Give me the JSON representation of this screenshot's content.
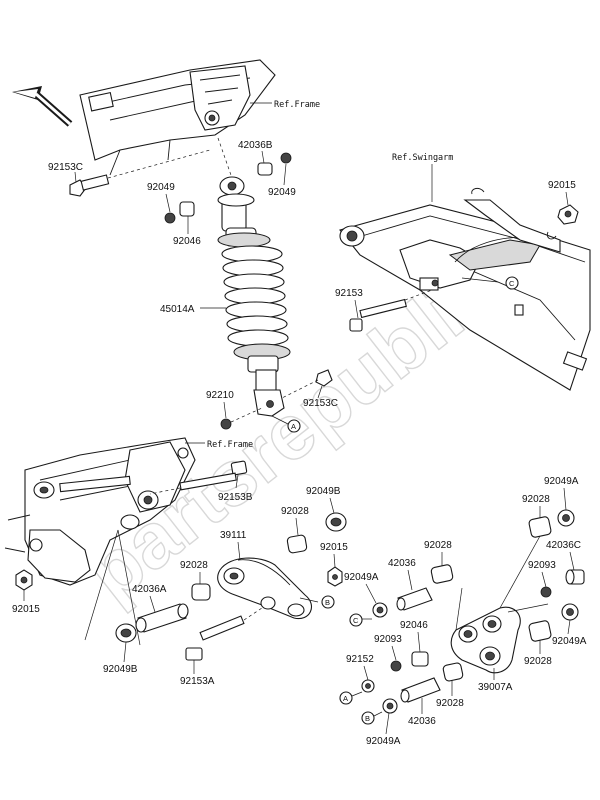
{
  "refs": {
    "frame_top": "Ref.Frame",
    "swingarm": "Ref.Swingarm",
    "frame_bottom": "Ref.Frame"
  },
  "labels": {
    "p92153C_top": "92153C",
    "p42036B": "42036B",
    "p92049_a": "92049",
    "p92049_b": "92049",
    "p92046_top": "92046",
    "p92015_top": "92015",
    "p92153_mid": "92153",
    "p45014A": "45014A",
    "p92210": "92210",
    "p92153C_mid": "92153C",
    "p92153B": "92153B",
    "p92049B_top": "92049B",
    "p92028_a": "92028",
    "p92015_mid": "92015",
    "p39111": "39111",
    "p92028_b": "92028",
    "p42036A": "42036A",
    "p92015_left": "92015",
    "p92049B_bot": "92049B",
    "p92153A": "92153A",
    "p42036_a": "42036",
    "p92028_c": "92028",
    "p92049A_a": "92049A",
    "p92046_bot": "92046",
    "p92093_a": "92093",
    "p92152": "92152",
    "p42036_b": "42036",
    "p92049A_b": "92049A",
    "p92028_d": "92028",
    "p39007A": "39007A",
    "p92049A_top": "92049A",
    "p92028_e": "92028",
    "p42036C": "42036C",
    "p92093_b": "92093",
    "p92049A_right": "92049A",
    "p92028_f": "92028"
  },
  "callouts": {
    "A": "A",
    "B": "B",
    "C": "C"
  },
  "watermark": "partsrepublik"
}
